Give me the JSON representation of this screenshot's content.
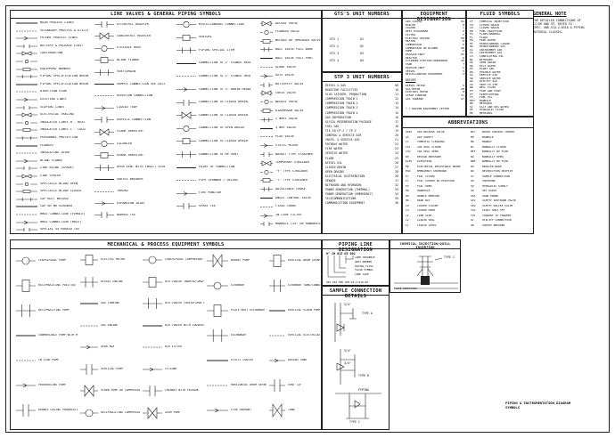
{
  "general_note": {
    "heading": "GENERAL NOTE",
    "text": "FOR DETAILED CONNECTIONS OF\nCC/OR AND SP, REFER TO\nSPEC. GNR-SCA-2-0318 & PIPING\nMATERIAL CLASSES."
  },
  "title_block": {
    "line1": "PIPING & INSTRUMENTATION DIAGRAM",
    "line2": "SYMBOLS"
  },
  "valves_panel": {
    "title": "LINE VALVES & GENERAL PIPING SYMBOLS",
    "col1": [
      "MAIN PROCESS LINES",
      "SECONDARY PROCESS & UTILITY LINES",
      "FUTURE PROCESS LINES",
      "BATTERY & PACKAGE LIMIT",
      "CONTINUATION",
      "",
      "EQUIPMENT NUMBER",
      "PIPING SPECIFICATION BREAK",
      "PIPING SPECIFICATION BREAK",
      "DIRECTION FLOW",
      "EXISTING LINES",
      "SLOPING LINES",
      "ELECTRICAL TRACING",
      "INSULATED LINES H - HEAT",
      "INSULATED LINES C - COLD",
      "PERSONNEL PROTECTION",
      "FLANGES",
      "INSULATING JOINT",
      "BLIND FLANGE",
      "LINE BLIND (SPADE)",
      "LINE SPACER",
      "SPECTACLE BLIND OPEN",
      "SPECTACLE BLIND CLOSED",
      "CAP BUTT WELDED",
      "CAP OR NR SCREWED",
      "HHOZ CONNECTION (FEMALE)",
      "HHOZ CONNECTION (MALE)",
      "SPECIAL 45 PARKED TEE"
    ],
    "col2": [
      "ECCENTRIC REDUCER",
      "CONCENTRIC REDUCER",
      "FLEXIBLE HOSE",
      "BLIND FLANGE",
      "VENT/DRAIN",
      "SAMPLE CONNECTION SEE DETAILS",
      "OVERFLOW CONNECTION",
      "LIQUID TRAP",
      "SERVICE CONNECTION",
      "FLAME ARRESTER",
      "SILENCER",
      "SPARK ARRESTOR",
      "OPEN VENT WITH INSECT SCREEN",
      "VORTEX BREAKER",
      "THREAD",
      "EXPANSION JOINT",
      "BARRED TEE"
    ],
    "col3": [
      "MISCELLANEOUS CONNECTION",
      "VENTURI",
      "PIPING SPECIAL ITEM",
      "CONNECTION TO 1\" FLANGE HEADER",
      "CONNECTION TO 2\" FLANGE HEADER",
      "CONNECTION TO 3\" DRAIN HEADER",
      "CONNECTION TO CLOSED DRAIN",
      "CONNECTION TO CLOSED DRAIN",
      "CONNECTION TO OPEN DRAIN",
      "CONNECTION TO CLOSED DRAIN",
      "CONNECTION TO HP VENT",
      "POINT OF CONNECTION",
      "PIPE SPANNER / DELUGE",
      "FIRE MONITOR",
      "SPRAY TEE"
    ],
    "col4": [
      "DELUGE VALVE",
      "FLANGED VALVE",
      "WELDED OR THREADED VALVE",
      "BALL VALVE FULL BORE",
      "BALL VALVE FULL PORT",
      "GLOBE VALVE",
      "GATE VALVE",
      "BUTTERFLY VALVE",
      "CHECK VALVE",
      "NEEDLE VALVE",
      "DIAPHRAGM VALVE",
      "2 WAYS VALVE",
      "3 WAY VALVE",
      "PLUG VALVE",
      "STATIC MIXER",
      "BASKET TYPE STRAINER",
      "TEMPORARY STRAINER",
      "\"Y\" TYPE STRAINER",
      "\"T\" TYPE STRAINER",
      "ADJUSTABLE CHOKE",
      "ANGLE CONTROL VALVE",
      "FIXED CHOKE",
      "IN LINE FILTER",
      "MANHOLE (24\" OR HANDHOLE)"
    ]
  },
  "gts_panel": {
    "title": "GTS'S UNIT NUMBERS",
    "rows": [
      [
        "GTS 1",
        "01"
      ],
      [
        "GTS 2",
        "02"
      ],
      [
        "GTS 3",
        "03"
      ],
      [
        "GTS 4",
        "04"
      ]
    ]
  },
  "stp_panel": {
    "title": "STP 3 UNIT NUMBERS",
    "rows": [
      [
        "DIESEL & GAS",
        "00"
      ],
      [
        "BOOSTING FACILITIES",
        "10"
      ],
      [
        "SLUG CATCHER, PRODUCTION",
        "11"
      ],
      [
        "COMPRESSION TRAIN 1",
        "12"
      ],
      [
        "COMPRESSION TRAIN 2",
        "13"
      ],
      [
        "COMPRESSION TRAIN 3",
        "14"
      ],
      [
        "COMPRESSION TRAIN 4",
        "15"
      ],
      [
        "GAS DEHYDRATION",
        "16"
      ],
      [
        "GLYCOL REGENERATION PACKAGE",
        "17"
      ],
      [
        "FUEL GAS",
        "18"
      ],
      [
        "TIE-IN CP-2 / CP-3",
        "19"
      ],
      [
        "CONTROL & SERVICE AIR",
        "20"
      ],
      [
        "INSTR. & SERVICE AIR",
        "21"
      ],
      [
        "POTABLE WATER",
        "22"
      ],
      [
        "FIRE WATER",
        "23"
      ],
      [
        "SERVICE WATER",
        "24"
      ],
      [
        "FLARE",
        "25"
      ],
      [
        "DIESEL OIL",
        "26"
      ],
      [
        "CLOSED DRAIN",
        "27"
      ],
      [
        "OPEN DRAINS",
        "28"
      ],
      [
        "ELECTRICAL DISTRIBUTION",
        "30"
      ],
      [
        "SEWAGE",
        "31"
      ],
      [
        "NITROGEN AND HYDROGEN",
        "32"
      ],
      [
        "POWER GENERATION (THERMAL)",
        "33"
      ],
      [
        "POWER GENERATION (EMERGENCY)",
        "34"
      ],
      [
        "TELECOMMUNICATIONS",
        "35"
      ],
      [
        "COMMUNICATION EQUIPMENT",
        "36"
      ]
    ]
  },
  "equip_panel": {
    "title": "EQUIPMENT DESIGNATION",
    "rows": [
      [
        "AIR COOLER",
        "EA"
      ],
      [
        "BOILER",
        "B"
      ],
      [
        "COLUMN",
        "C"
      ],
      [
        "HEAT EXCHANGER",
        "E"
      ],
      [
        "FILTER",
        "F"
      ],
      [
        "ELECTRIC HEATER",
        "EH"
      ],
      [
        "HEATER",
        "H"
      ],
      [
        "COMPRESSOR",
        "K"
      ],
      [
        "COMPRESSOR OR BLOWER",
        "KB"
      ],
      [
        "PUMP",
        "P"
      ],
      [
        "PACKAGE UNIT",
        "PK"
      ],
      [
        "REACTOR",
        "R"
      ],
      [
        "CYLINDER EJECTOR/CONDENSER",
        "SE"
      ],
      [
        "TANK",
        "T"
      ],
      [
        "PACKAGE UNIT",
        "U"
      ],
      [
        "VESSEL",
        "V"
      ],
      [
        "MISCELLANEOUS EQUIPMENT",
        "X"
      ]
    ],
    "drivers_head": "DRIVER",
    "drivers": [
      [
        "DIESEL MOTOR",
        "D"
      ],
      [
        "GAS MOTOR",
        "GM"
      ],
      [
        "ELECTRIC MOTOR",
        "M"
      ],
      [
        "STEAM TURBINE",
        "ST"
      ],
      [
        "GAS TURBINE",
        "GT"
      ]
    ],
    "note": "* = DRIVEN EQUIPMENT LETTER"
  },
  "fluid_panel": {
    "title": "FLUID SYMBOLS",
    "rows": [
      [
        "CF",
        "CHEMICAL INJECTION"
      ],
      [
        "CH",
        "CLOSED DRAIN"
      ],
      [
        "CD",
        "CLOSED DRAIN"
      ],
      [
        "DR",
        "FUEL INJECTION"
      ],
      [
        "FG",
        "FLARE/GENERAL"
      ],
      [
        "FL",
        "FLARE"
      ],
      [
        "FW",
        "FIRE WATER"
      ],
      [
        "HY",
        "HYDROCARBONS LIQUID"
      ],
      [
        "HG",
        "HYDROCARBONS GAS"
      ],
      [
        "IA",
        "INSTRUMENT AIR"
      ],
      [
        "IG",
        "INSTRUMENT GAS"
      ],
      [
        "LO",
        "LUBRICATING OIL"
      ],
      [
        "N2",
        "NITROGEN"
      ],
      [
        "OD",
        "OPEN DRAIN"
      ],
      [
        "OW",
        "OILY WATER"
      ],
      [
        "PA",
        "PLANT AIR"
      ],
      [
        "PW",
        "POTABLE WATER"
      ],
      [
        "SA",
        "SERVICE AIR"
      ],
      [
        "SW",
        "SERVICE WATER"
      ],
      [
        "UG",
        "UTILITY GAS"
      ],
      [
        "VA",
        "VENT TO ATM"
      ],
      [
        "WN",
        "WELL FLUID"
      ],
      [
        "FD",
        "FIRE AND FOAM"
      ],
      [
        "FF",
        "FIREFIGHTING"
      ],
      [
        "FO",
        "FUEL OIL"
      ],
      [
        "MTH",
        "MANHOLE"
      ],
      [
        "MP",
        "METHANOL"
      ],
      [
        "SI",
        "SALT AND SEA WATER"
      ],
      [
        "HF",
        "HYDRAULIC FLUID"
      ],
      [
        "ME",
        "METHANOL"
      ]
    ]
  },
  "abbrev_panel": {
    "title": "ABBREVIATIONS",
    "col1": [
      [
        "AIRV",
        "AIR RELEASE VALVE"
      ],
      [
        "AS",
        "AIR SUPPLY"
      ],
      [
        "CC",
        "CHEMICAL CLEANING"
      ],
      [
        "CSC",
        "CAR SEAL CLOSED"
      ],
      [
        "CSO",
        "CAR SEAL OPEN"
      ],
      [
        "DP",
        "DESIGN PRESSURE"
      ],
      [
        "ELEV",
        "ELEVATION"
      ],
      [
        "ER",
        "ELECTRICAL RESISTANCE PROBE"
      ],
      [
        "ESD",
        "EMERGENCY SHUTDOWN"
      ],
      [
        "FC",
        "FAIL CLOSED"
      ],
      [
        "FL",
        "FAIL LOCKED IN POSITION"
      ],
      [
        "FO",
        "FAIL OPEN"
      ],
      [
        "HH",
        "HANDHOLE"
      ],
      [
        "HH",
        "HANDLE REMOVED"
      ],
      [
        "HW",
        "HAND WAY"
      ],
      [
        "LO",
        "LOCKED CLOSED"
      ],
      [
        "LO",
        "LOCKED OPEN"
      ],
      [
        "LS",
        "LINE SIZE"
      ],
      [
        "LV",
        "LIQUID SEAL"
      ],
      [
        "LL",
        "LIQUID LEVEL"
      ]
    ],
    "col2": [
      [
        "MCC",
        "MOTOR CONTROL CENTRE"
      ],
      [
        "MH",
        "MANHOLE"
      ],
      [
        "MW",
        "MANWAY"
      ],
      [
        "NC",
        "NORMALLY CLOSED"
      ],
      [
        "NFF",
        "NORMALLY NO FLOW"
      ],
      [
        "NO",
        "NORMALLY OPEN"
      ],
      [
        "NNF",
        "NORMALLY NO FLOW"
      ],
      [
        "PD",
        "REDUCER BORE"
      ],
      [
        "RO",
        "RESTRICTION ORIFICE"
      ],
      [
        "SC",
        "SAMPLE CONNECTION"
      ],
      [
        "SD",
        "SHUTDOWN"
      ],
      [
        "SH",
        "HYDRAULIC SUPPLY"
      ],
      [
        "SP",
        "SET POINT"
      ],
      [
        "SSS",
        "SAND PROBE"
      ],
      [
        "SSV",
        "SAFETY SHUTDOWN VALVE"
      ],
      [
        "SPV",
        "SAFETY RELIEF VALVE"
      ],
      [
        "TSO",
        "TIGHT SHUT OFF"
      ],
      [
        "TOT",
        "TANGENT TO TANGENT"
      ],
      [
        "UC",
        "UTILITY CONNECTION"
      ],
      [
        "VB",
        "VORTEX BREAKER"
      ]
    ]
  },
  "mech_panel": {
    "title": "MECHANICAL & PROCESS EQUIPMENT SYMBOLS",
    "col1": [
      "CENTRIFUGAL PUMP",
      "RECIPROCATING POSITIVE DISPLACEMENT PUMP",
      "RECIPROCATING PUMP",
      "SUBMERSIBLE PUMP WITH MOTOR",
      "IN LINE PUMP",
      "PROGRESSING PUMP",
      "DOUBLE CASING PROGRESSIVE PUMP"
    ],
    "col2": [
      "ELECTRIC MOTOR",
      "DIESEL ENGINE",
      "GAS TURBINE",
      "GAS ENGINE",
      "GEAR BOX",
      "VERTICAL PUMP",
      "SCREW PUMP OR COMPRESSOR",
      "RECIPROCATING COMPRESSOR"
    ],
    "col3": [
      "CENTRIFUGAL COMPRESSOR",
      "AIR COOLER INDUCED DRAFT",
      "AIR COOLER FORCED DRAFT",
      "AIR COOLER WITH LOUVERS",
      "AIR FILTER",
      "CYCLONE",
      "CHIMNEY WITH PACKING",
      "GEAR PUMP"
    ],
    "col4": [
      "BARREL PUMP",
      "SCRUBBER",
      "PLATE HEAT EXCHANGER",
      "EXCHANGER",
      "STATIC COOLER",
      "HORIZONTAL DRUM SEPARATOR",
      "FIRE HYDRANT"
    ],
    "col5": [
      "VERTICAL DRUM SEPARATOR",
      "SCRUBBER TANK/CANNISTER",
      "VERTICAL SCREW PUMP",
      "VERTICAL ELECTRICAL HEATER",
      "DOSING TANK",
      "VENT TIP",
      "TANK"
    ]
  },
  "piping_panel": {
    "title": "PIPING LINE DESIGNATION",
    "code": "6\"  CH  013  NI  002",
    "labels": [
      "LINE SEQUENCE",
      "UNIT NUMBER",
      "PIPING CLASS",
      "FLUID SYMBOL",
      "LINE SIZE"
    ],
    "code2": "063 063 PER OIM-10-2-010-00"
  },
  "sample_panel": {
    "title": "SAMPLE CONNECTION DETAILS",
    "labels": [
      "TYPE A",
      "TYPE B",
      "TYPE C",
      "PIPING",
      "3/4\"",
      "3/4\"",
      "3/4\""
    ]
  },
  "chem_panel": {
    "title": "CHEMICAL INJECTION/QUILL INSERTION",
    "labels": [
      "TYPE 1",
      "FLUID DIRECTION"
    ]
  }
}
